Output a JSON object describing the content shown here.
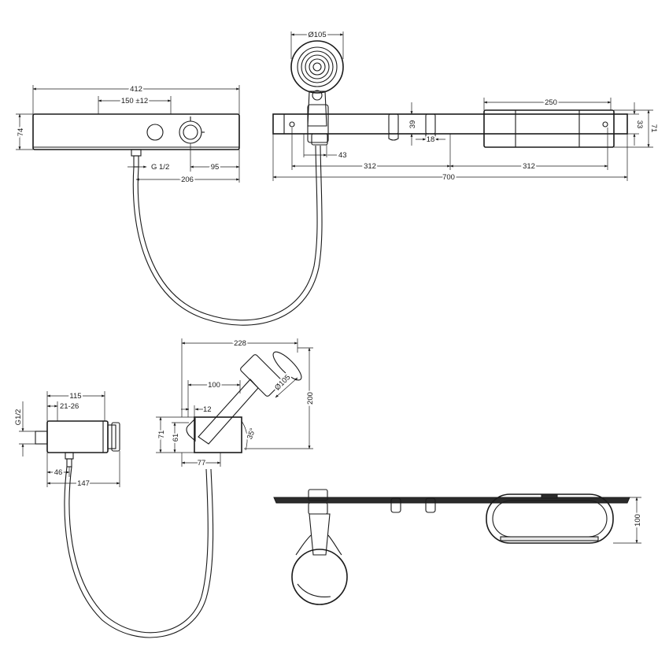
{
  "labels": {
    "d412": "412",
    "d150": "150 ±12",
    "d74": "74",
    "g12_top": "G 1/2",
    "d95": "95",
    "d206": "206",
    "d105_top": "Ø105",
    "d250": "250",
    "d39": "39",
    "d18": "18",
    "d43": "43",
    "d33": "33",
    "d71_right": "71",
    "d312_a": "312",
    "d312_b": "312",
    "d700": "700",
    "d228": "228",
    "d100_h": "100",
    "d105_side": "Ø105",
    "d200": "200",
    "d12": "12",
    "d71_side": "71",
    "d61": "61",
    "d35": "35°",
    "d77": "77",
    "d115": "115",
    "d2126": "21-26",
    "g12_side": "G1/2",
    "d46": "46",
    "d147": "147",
    "d100_v": "100"
  }
}
